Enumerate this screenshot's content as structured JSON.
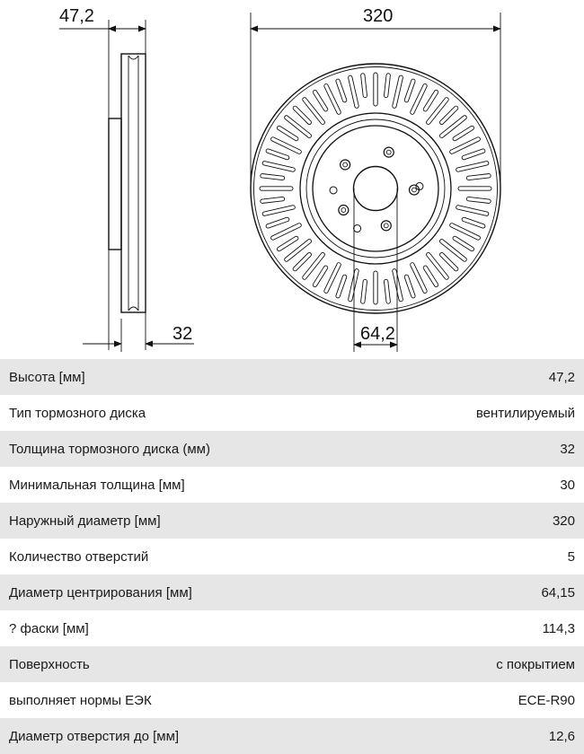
{
  "drawing": {
    "dims": {
      "height_top": "47,2",
      "thickness": "32",
      "outer_diameter": "320",
      "center_bore": "64,2"
    }
  },
  "specs": [
    {
      "label": "Высота [мм]",
      "value": "47,2"
    },
    {
      "label": "Тип тормозного диска",
      "value": "вентилируемый"
    },
    {
      "label": "Толщина тормозного диска (мм)",
      "value": "32"
    },
    {
      "label": "Минимальная толщина [мм]",
      "value": "30"
    },
    {
      "label": "Наружный диаметр [мм]",
      "value": "320"
    },
    {
      "label": "Количество отверстий",
      "value": "5"
    },
    {
      "label": "Диаметр центрирования [мм]",
      "value": "64,15"
    },
    {
      "label": "? фаски [мм]",
      "value": "114,3"
    },
    {
      "label": "Поверхность",
      "value": "с покрытием"
    },
    {
      "label": "выполняет нормы ЕЭК",
      "value": "ECE-R90"
    },
    {
      "label": "Диаметр отверстия до [мм]",
      "value": "12,6"
    }
  ]
}
